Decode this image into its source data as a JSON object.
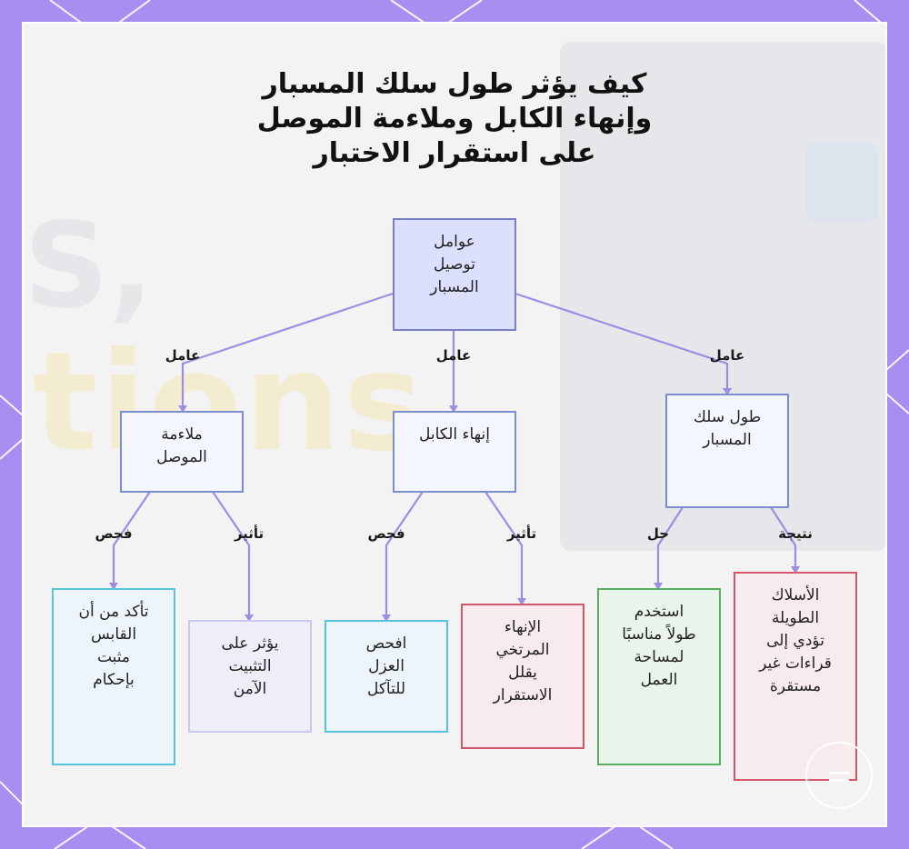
{
  "title_lines": [
    "كيف يؤثر طول سلك المسبار",
    "وإنهاء الكابل وملاءمة الموصل",
    "على استقرار الاختبار"
  ],
  "background_watermark": {
    "left": "S,",
    "main": "tions"
  },
  "nodes": {
    "root": "عوامل\nتوصيل\nالمسبار",
    "fit": "ملاءمة\nالموصل",
    "termination": "إنهاء الكابل",
    "length": "طول سلك\nالمسبار",
    "fit_check": "تأكد من أن\nالقابس\nمثبت\nبإحكام",
    "fit_effect": "يؤثر على\nالتثبيت\nالآمن",
    "term_check": "افحص\nالعزل\nللتآكل",
    "term_effect": "الإنهاء\nالمرتخي\nيقلل\nالاستقرار",
    "length_solution": "استخدم\nطولاً مناسبًا\nلمساحة\nالعمل",
    "length_result": "الأسلاك\nالطويلة\nتؤدي إلى\nقراءات غير\nمستقرة"
  },
  "edge_labels": {
    "factor_left": "عامل",
    "factor_mid": "عامل",
    "factor_right": "عامل",
    "check_left": "فحص",
    "effect_left": "تأثير",
    "check_mid": "فحص",
    "effect_mid": "تأثير",
    "solution": "حل",
    "result": "نتيجة"
  },
  "colors": {
    "frame": "#a98ef2",
    "edge": "#a08de3",
    "root_fill": "#dcdffd",
    "cyan_border": "#56c4dd",
    "red_border": "#d2586a",
    "green_border": "#57b061"
  }
}
